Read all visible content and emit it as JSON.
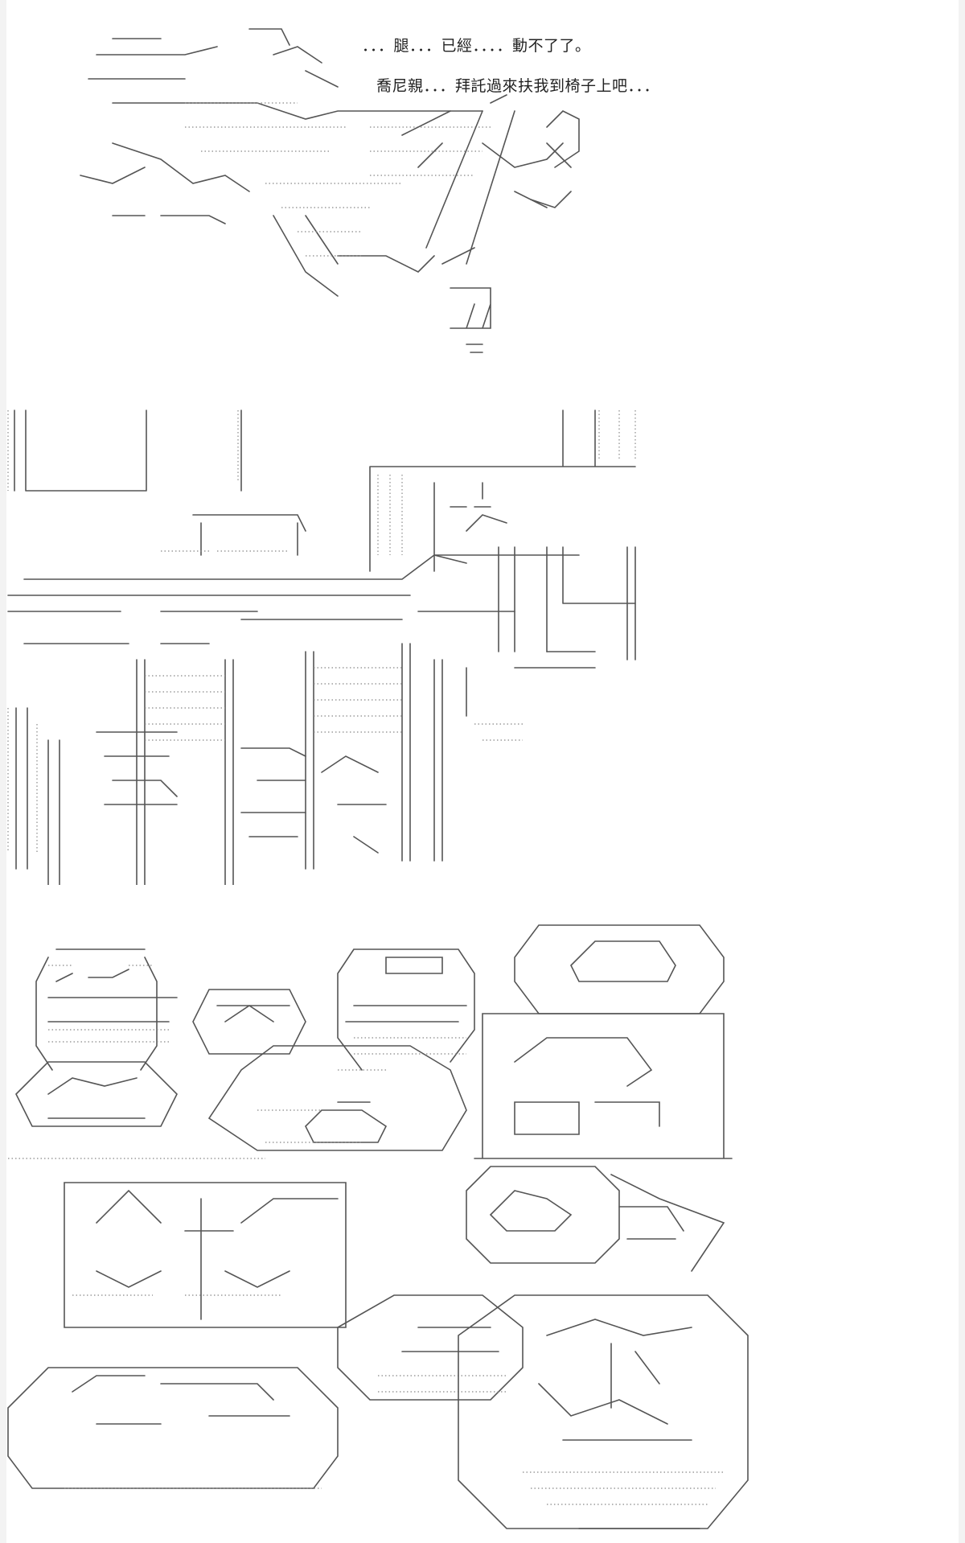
{
  "dialogue": {
    "line1": "．．．腿．．．已經．．．．動不了了。",
    "line2": "喬尼親．．．拜託過來扶我到椅子上吧．．．"
  },
  "art": {
    "panel_a_icon": "figure-on-floor-art",
    "panel_b_icon": "room-with-chairs-art",
    "panel_c_icon": "food-dishes-art",
    "ink_color": "#555555"
  }
}
